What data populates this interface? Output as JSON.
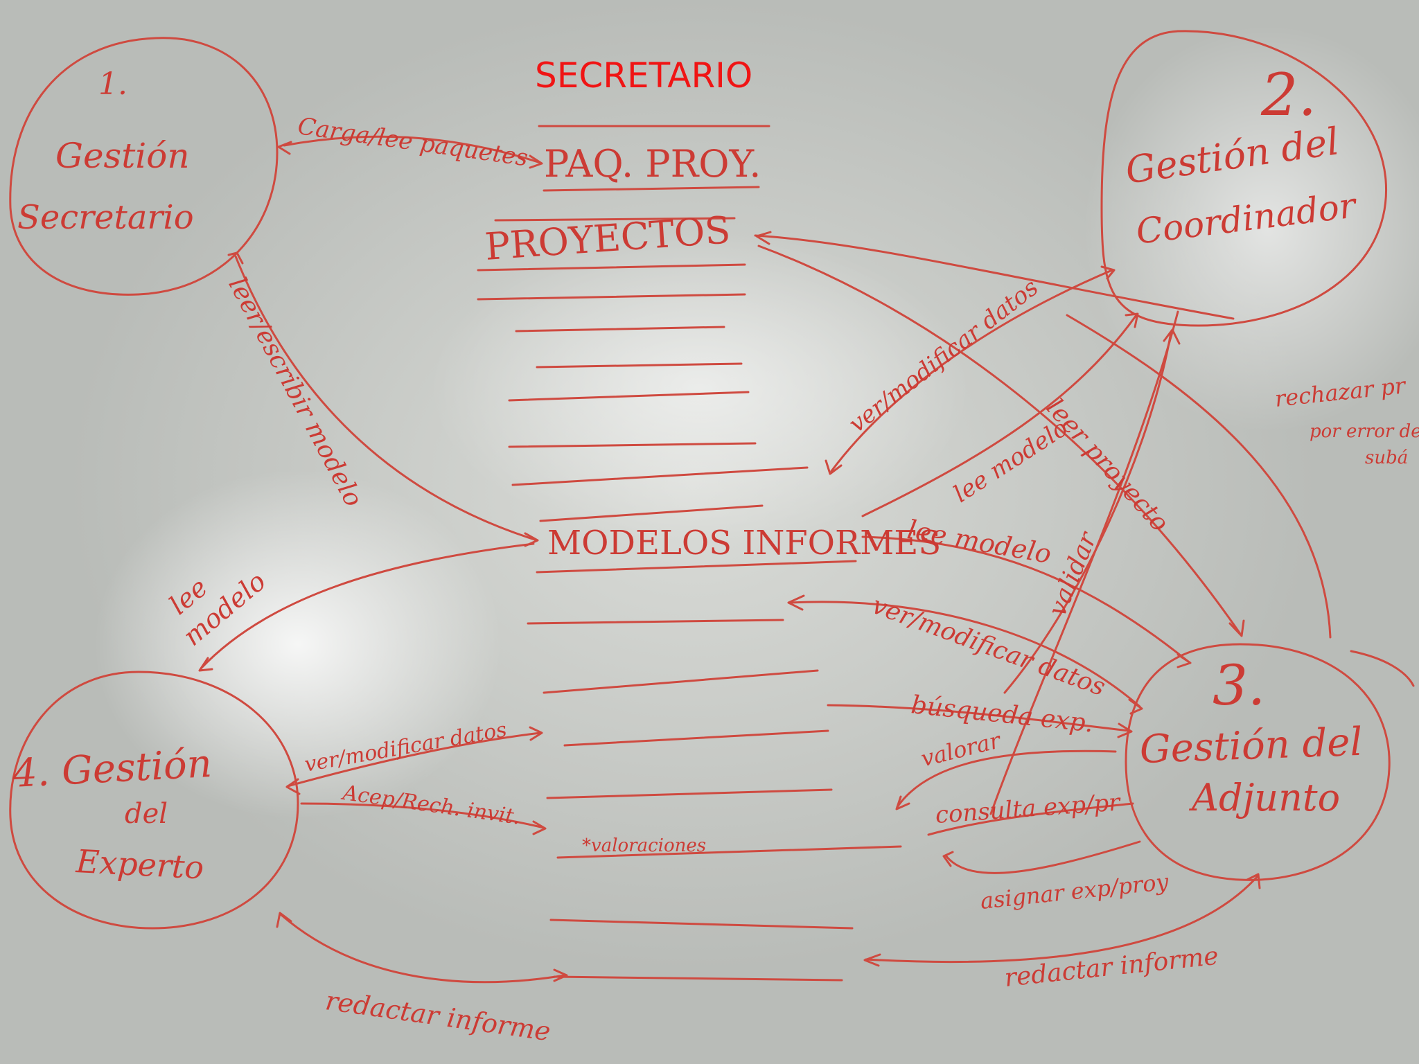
{
  "title": "SECRETARIO",
  "processes": {
    "p1": {
      "number": "1.",
      "line1": "Gestión",
      "line2": "Secretario"
    },
    "p2": {
      "number": "2.",
      "line1": "Gestión del",
      "line2": "Coordinador"
    },
    "p3": {
      "number": "3.",
      "line1": "Gestión del",
      "line2": "Adjunto"
    },
    "p4": {
      "line1": "4. Gestión",
      "line2": "del",
      "line3": "Experto"
    }
  },
  "stores": {
    "paq_proy": "PAQ. PROY.",
    "proyectos": "PROYECTOS",
    "modelos_informes": "MODELOS INFORMES",
    "valoraciones": "*valoraciones"
  },
  "flows": {
    "carga_lee_paquetes": "Carga/lee paquetes",
    "leer_escribir_modelo": "leer/escribir modelo",
    "ver_modificar_datos_coord": "ver/modificar datos",
    "lee_modelo_coord": "lee modelo",
    "leer_proyecto": "leer proyecto",
    "validar": "validar",
    "rechazar": "rechazar pr",
    "por_error": "por error de",
    "suba": "subá",
    "lee_modelo_adj": "lee modelo",
    "ver_modificar_datos_adj": "ver/modificar datos",
    "busqueda_exp": "búsqueda exp.",
    "valorar": "valorar",
    "consulta_exp": "consulta exp/pr",
    "asignar_exp": "asignar exp/proy",
    "redactar_informe_adj": "redactar informe",
    "lee_modelo_exp_1": "lee",
    "lee_modelo_exp_2": "modelo",
    "ver_modificar_datos_exp": "ver/modificar datos",
    "acep_rech": "Acep/Rech. invit.",
    "redactar_informe_exp": "redactar informe"
  },
  "colors": {
    "ink": "#cf4a40",
    "title": "#f01414",
    "board": "#d6d8d4"
  }
}
